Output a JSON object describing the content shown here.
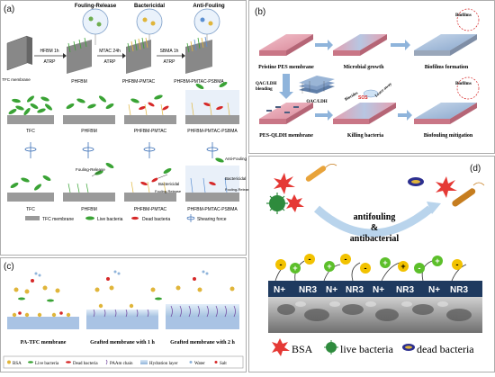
{
  "panel_a": {
    "letter": "(a)",
    "stage_labels": [
      "Fouling-Release",
      "Bactericidal",
      "Anti-Fouling"
    ],
    "membranes": [
      "TFC membrane",
      "PHFBM",
      "PHFBM-PMTAC",
      "PHFBM-PMTAC-PSBMA"
    ],
    "steps": [
      {
        "top": "HFBM 1h",
        "bottom": "ATRP"
      },
      {
        "top": "MTAC 24h",
        "bottom": "ATRP"
      },
      {
        "top": "SBMA 1h",
        "bottom": "ATRP"
      }
    ],
    "row2_labels": [
      "TFC",
      "PHFBM",
      "PHFBM-PMTAC",
      "PHFBM-PMTAC-PSBMA"
    ],
    "row3_labels": [
      "TFC",
      "PHFBM",
      "PHFBM-PMTAC",
      "PHFBM-PMTAC-PSBMA"
    ],
    "row3_annotations": {
      "fouling_release_1": "Fouling-Release",
      "bactericidal_1": "Bactericidal",
      "fouling_release_2": "Fouling-Release",
      "anti_fouling": "Anti-Fouling",
      "bactericidal_2": "Bactericidal",
      "fouling_release_3": "Fouling-Release"
    },
    "legend": {
      "tfc": "TFC membrane",
      "live": "Live bacteria",
      "dead": "Dead bacteria",
      "shear": "Shearing force"
    }
  },
  "panel_b": {
    "letter": "(b)",
    "pristine": "Pristine PES membrane",
    "microbial": "Microbial growth",
    "biofilm_formation": "Biofilms formation",
    "biofilms_tag_1": "Biofilms",
    "biofilms_tag_2": "Biofilms",
    "blending": "QAC/LDH\nblending",
    "qac_ldh": "QAC/LDH",
    "biocides": "Biocides",
    "sos": "SOS",
    "leave_away": "Leave away",
    "qldh": "PES-QLDH membrane",
    "killing": "Killing bacteria",
    "mitigation": "Biofouling mitigation"
  },
  "panel_c": {
    "letter": "(c)",
    "labels": [
      "PA-TFC membrane",
      "Grafted membrane with 1 h",
      "Grafted membrane with 2 h"
    ],
    "legend": [
      "BSA",
      "Live bacteria",
      "Dead bacteria",
      "PAAm chain",
      "Hydration layer",
      "Water",
      "Salt"
    ]
  },
  "panel_d": {
    "letter": "(d)",
    "antifouling": "antifouling",
    "amp": "&",
    "antibacterial": "antibacterial",
    "charges": [
      "-",
      "+",
      "-",
      "+",
      "-",
      "+",
      "-",
      "+",
      "-",
      "+",
      "-"
    ],
    "surface_groups": [
      "N+",
      "NR3",
      "N+",
      "NR3",
      "N+",
      "NR3",
      "N+",
      "NR3"
    ],
    "legend_bsa": "BSA",
    "legend_live": "live bacteria",
    "legend_dead": "dead bacteria"
  },
  "colors": {
    "membrane_pink": "#e9a6b3",
    "membrane_blue": "#9ab5d6",
    "dark_navy": "#1f3a5f",
    "live_green": "#3aa335",
    "dead_red": "#d62828"
  }
}
